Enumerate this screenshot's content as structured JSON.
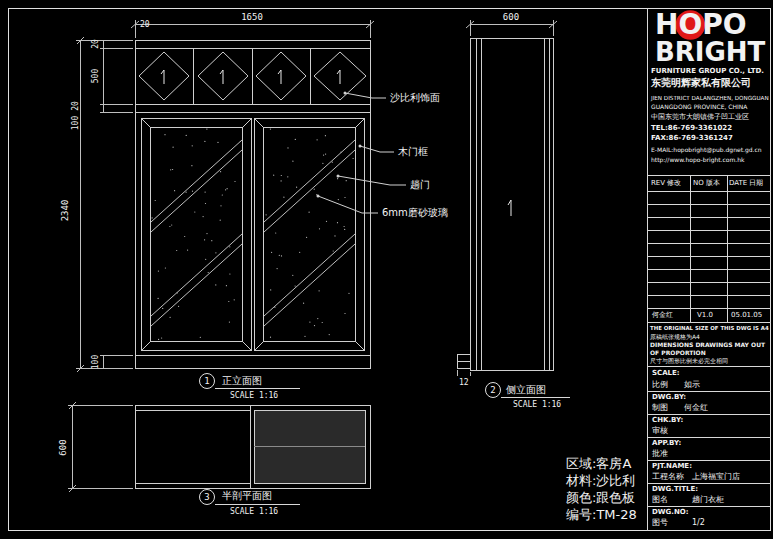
{
  "diagram": {
    "nodes": [
      {
        "text": [
          "1"
        ]
      },
      {
        "text": [
          "2"
        ]
      },
      {
        "text": [
          "3"
        ]
      }
    ],
    "labels": [
      "1650",
      "20",
      "20",
      "500",
      "100",
      "20",
      "2340",
      "100",
      "600",
      "12",
      "600",
      "沙比利饰面",
      "木门框",
      "趟门",
      "6mm磨砂玻璃",
      "正立面图",
      "SCALE 1:16",
      "侧立面图",
      "SCALE 1:16",
      "半剖平面图",
      "SCALE 1:16",
      "区域:客房A",
      "材料:沙比利",
      "颜色:跟色板",
      "编号:TM-28",
      "HOPO",
      "BRIGHT",
      "FURNITURE GROUP CO., LTD.",
      "东莞明辉家私有限公司",
      "JIEN DISTRICT DALANGZHEN, DONGGUAN",
      "GUANGDONG PROVINCE, CHINA",
      "中国东莞市大朗镇佛子凹工业区",
      "TEL:86-769-3361022",
      "FAX:86-769-3361247",
      "E-MAIL:hopobright@pub.dgnet.gd.cn",
      "http://www.hopo-bright.com.hk",
      "REV 修改",
      "NO 版本",
      "DATE 日期",
      "何金红",
      "V1.0",
      "05.01.05",
      "THE ORIGINAL SIZE OF THIS DWG IS A4",
      "原稿纸张规格为A4",
      "DIMENSIONS DRAWINGS MAY OUT",
      "OF PROPORTION",
      "尺寸与图形比例未必完全相同",
      "SCALE:",
      "比例",
      "如示",
      "DWG.BY:",
      "制图",
      "何金红",
      "CHK.BY:",
      "审核",
      "APP.BY:",
      "批准",
      "PJT.NAME:",
      "工程名称",
      "上海福宝门店",
      "DWG.TITLE:",
      "图名",
      "趟门衣柜",
      "DWG.NO:",
      "图号",
      "1/2"
    ]
  }
}
